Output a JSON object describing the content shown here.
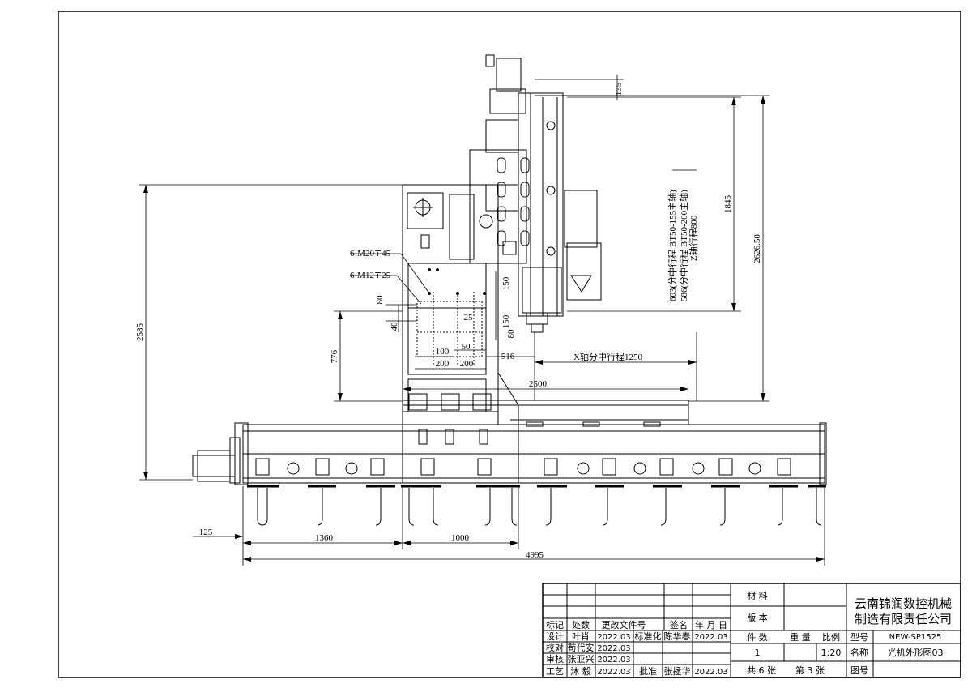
{
  "dims": {
    "d135": "135",
    "d1845": "1845",
    "d2626": "2626.50",
    "d2585": "2585",
    "d776": "776",
    "d150a": "150",
    "d150b": "150",
    "d80a": "80",
    "d40": "40",
    "d25": "25",
    "d80b": "80",
    "d100": "100",
    "d50": "50",
    "d200a": "200",
    "d200b": "200",
    "d516": "516",
    "d2500": "2500",
    "d125": "125",
    "d1360": "1360",
    "d1000": "1000",
    "d4995": "4995"
  },
  "notes": {
    "holes1": "6-M20∓45",
    "holes2": "6-M12∓25",
    "xtravel": "X轴分中行程1250",
    "z1": "603(分中行程 BT50-155主轴)",
    "z2": "586(分中行程 BT50-200主轴)",
    "z3": "Z轴行程800"
  },
  "titleblock": {
    "company1": "云南锦润数控机械",
    "company2": "制造有限责任公司",
    "material_label": "材 料",
    "version_label": "版 本",
    "qty_label": "件 数",
    "weight_label": "重 量",
    "scale_label": "比例",
    "model_label": "型号",
    "model_value": "NEW-SP1525",
    "name_label": "名称",
    "name_value": "光机外形图03",
    "qty_value": "1",
    "scale_value": "1:20",
    "sheets": "共 6 张",
    "sheet_no": "第 3 张",
    "drawing_no_label": "图号",
    "rev_headers": [
      "标记",
      "处数",
      "更改文件号",
      "签名",
      "年 月 日"
    ],
    "rows": [
      {
        "role": "设计",
        "person": "叶肖",
        "date": "2022.03",
        "role2": "标准化",
        "person2": "陈华春",
        "date2": "2022.03"
      },
      {
        "role": "校对",
        "person": "苟代安",
        "date": "2022.03"
      },
      {
        "role": "审核",
        "person": "张亚兴",
        "date": "2022.03"
      },
      {
        "role": "工艺",
        "person": "沐 毅",
        "date": "2022.03",
        "role2": "批准",
        "person2": "张拯华",
        "date2": "2022.03"
      }
    ]
  }
}
